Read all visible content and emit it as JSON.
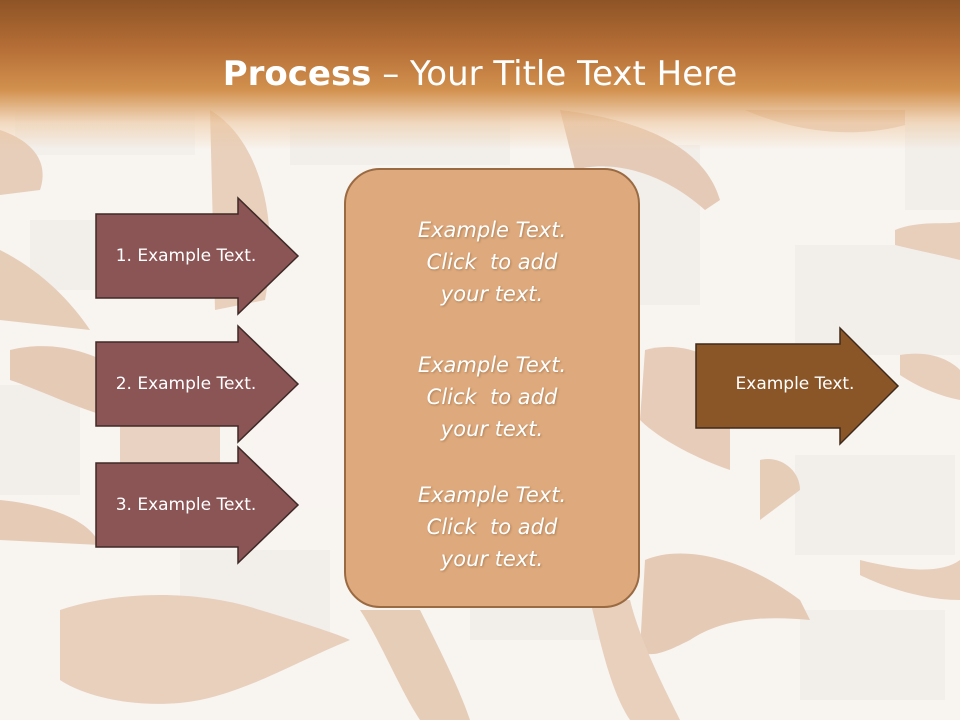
{
  "title": {
    "bold": "Process",
    "rest": " – Your Title Text Here"
  },
  "left_arrows": [
    {
      "label": "1. Example Text."
    },
    {
      "label": "2. Example Text."
    },
    {
      "label": "3. Example Text."
    }
  ],
  "center_blocks": [
    {
      "lines": [
        "Example Text.",
        "Click  to add",
        "your text."
      ]
    },
    {
      "lines": [
        "Example Text.",
        "Click  to add",
        "your text."
      ]
    },
    {
      "lines": [
        "Example Text.",
        "Click  to add",
        "your text."
      ]
    }
  ],
  "right_arrow": {
    "label": "Example Text."
  },
  "colors": {
    "left_arrow_fill": "#8b5556",
    "right_arrow_fill": "#8a5628",
    "center_box_fill": "#deaa7d",
    "title_bar": "#b36c35"
  }
}
